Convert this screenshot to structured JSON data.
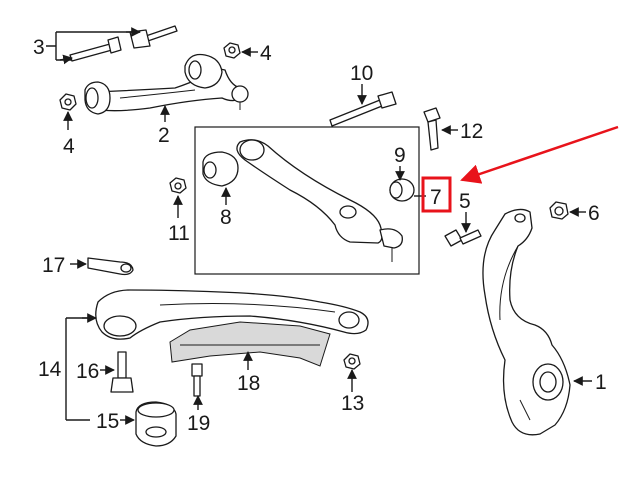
{
  "callouts": {
    "c1": "1",
    "c2": "2",
    "c3": "3",
    "c4a": "4",
    "c4b": "4",
    "c5": "5",
    "c6": "6",
    "c7": "7",
    "c8": "8",
    "c9": "9",
    "c10": "10",
    "c11": "11",
    "c12": "12",
    "c13": "13",
    "c14": "14",
    "c15": "15",
    "c16": "16",
    "c17": "17",
    "c18": "18",
    "c19": "19"
  },
  "highlight": {
    "callout": "7",
    "box_color": "#e8131b",
    "arrow_color": "#e8131b"
  },
  "colors": {
    "line": "#1a1a1a",
    "background": "#ffffff"
  }
}
